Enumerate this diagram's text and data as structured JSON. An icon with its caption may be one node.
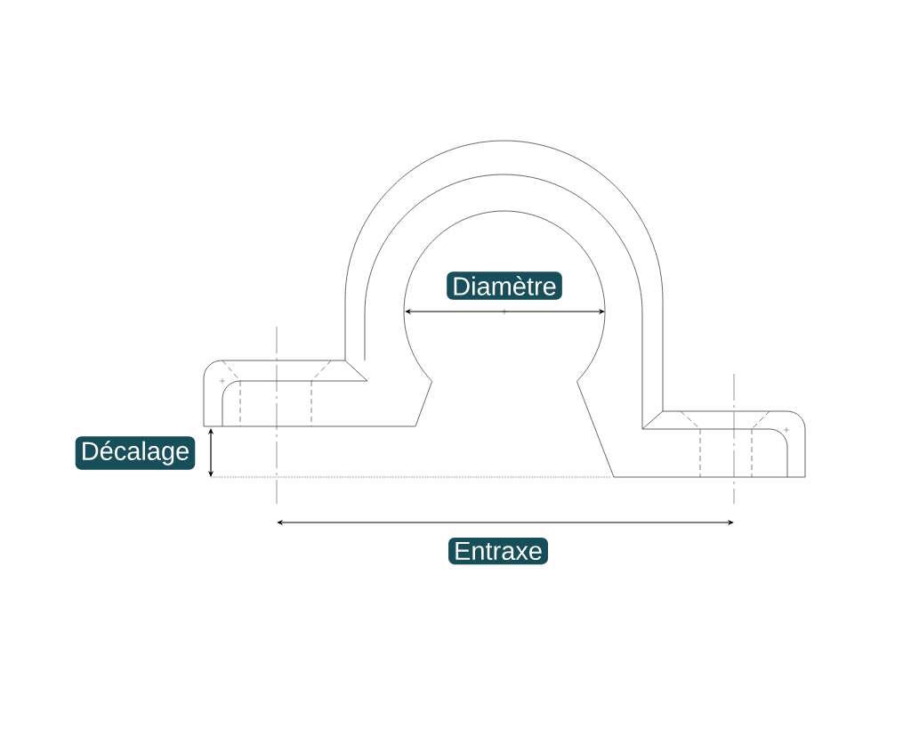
{
  "diagram": {
    "labels": [
      "Diamètre",
      "Décalage",
      "Entraxe"
    ]
  }
}
